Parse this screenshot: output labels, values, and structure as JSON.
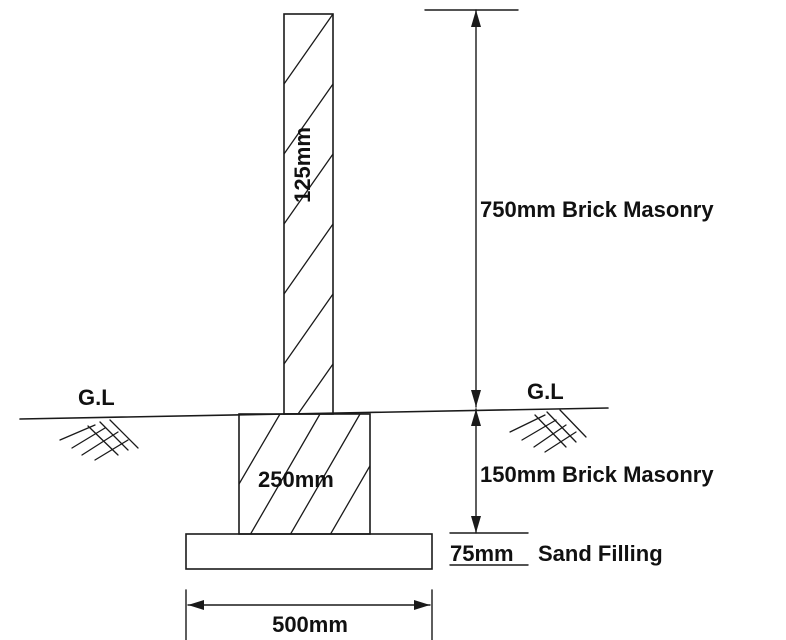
{
  "labels": {
    "stem_width": "125mm",
    "upper_height": "750mm Brick Masonry",
    "ground_level_left": "G.L",
    "ground_level_right": "G.L",
    "footing_width": "250mm",
    "lower_height": "150mm Brick Masonry",
    "sand_thickness": "75mm",
    "sand_text": "Sand Filling",
    "base_width": "500mm"
  }
}
